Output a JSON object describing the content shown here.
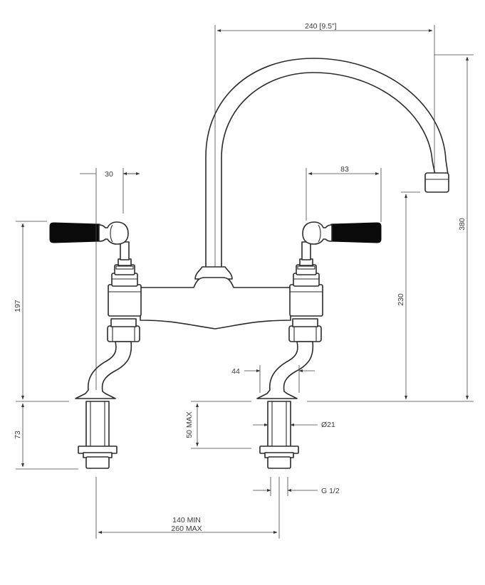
{
  "diagram": {
    "subject": "bridge-mixer-tap-technical-drawing",
    "colors": {
      "line": "#2b2b2b",
      "handle": "#0a0a0a",
      "dimension": "#444444",
      "background": "#ffffff"
    },
    "dimensions": {
      "spout_reach": "240 [9.5\"]",
      "lever_offset": "30",
      "lever_length": "83",
      "total_height": "380",
      "spout_outlet_height": "230",
      "body_height": "197",
      "shank_length": "73",
      "deck_thickness_max": "50 MAX",
      "leg_offset": "44",
      "shank_diameter": "Ø21",
      "thread_size": "G 1/2",
      "centres_min": "140 MIN",
      "centres_max": "260 MAX"
    }
  }
}
